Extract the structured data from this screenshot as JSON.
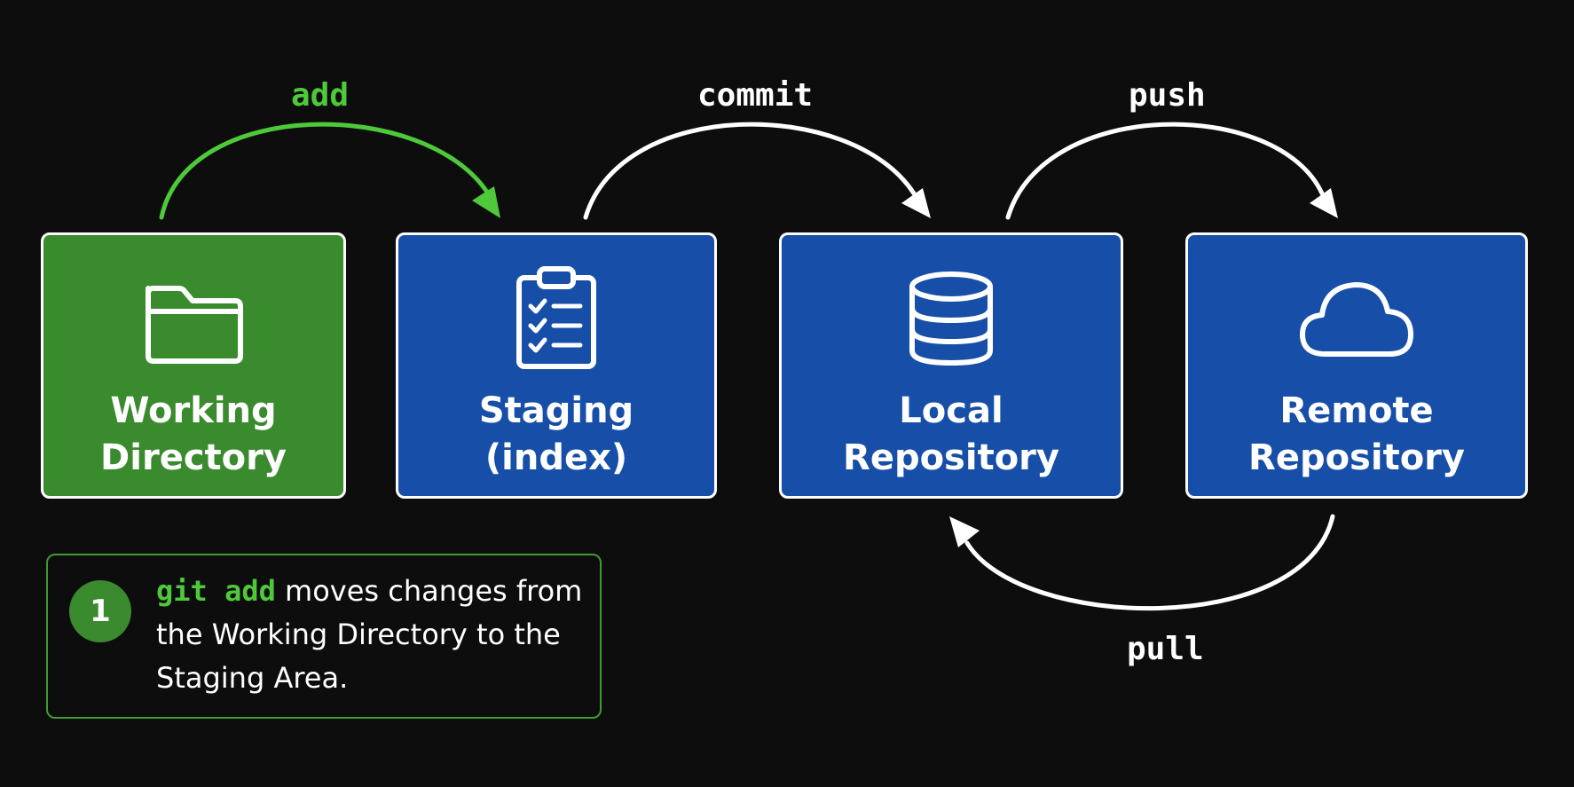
{
  "colors": {
    "background": "#0d0d0d",
    "accent_green": "#4ec93a",
    "box_green": "#3a8a2e",
    "box_blue": "#174fa8",
    "arrow_white": "#ffffff"
  },
  "operations": {
    "add": "add",
    "commit": "commit",
    "push": "push",
    "pull": "pull"
  },
  "stages": [
    {
      "id": "working",
      "icon": "folder-icon",
      "line1": "Working",
      "line2": "Directory"
    },
    {
      "id": "staging",
      "icon": "clipboard-checklist-icon",
      "line1": "Staging",
      "line2": "(index)"
    },
    {
      "id": "local",
      "icon": "database-icon",
      "line1": "Local",
      "line2": "Repository"
    },
    {
      "id": "remote",
      "icon": "cloud-icon",
      "line1": "Remote",
      "line2": "Repository"
    }
  ],
  "note": {
    "badge": "1",
    "command": "git add",
    "text": " moves changes from the Working Directory to the Staging Area."
  }
}
